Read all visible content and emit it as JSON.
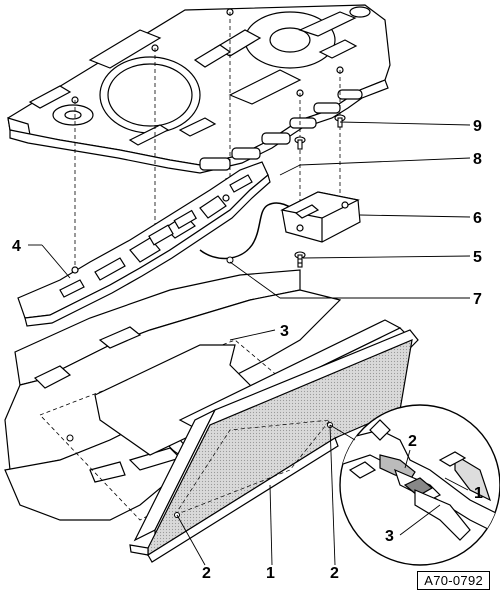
{
  "diagram": {
    "callouts": [
      {
        "id": "c9",
        "number": "9"
      },
      {
        "id": "c8",
        "number": "8"
      },
      {
        "id": "c6",
        "number": "6"
      },
      {
        "id": "c4",
        "number": "4"
      },
      {
        "id": "c5",
        "number": "5"
      },
      {
        "id": "c7",
        "number": "7"
      },
      {
        "id": "c3",
        "number": "3"
      },
      {
        "id": "c2-detail",
        "number": "2"
      },
      {
        "id": "c1-detail",
        "number": "1"
      },
      {
        "id": "c3-detail",
        "number": "3"
      },
      {
        "id": "c2-left",
        "number": "2"
      },
      {
        "id": "c1-bottom",
        "number": "1"
      },
      {
        "id": "c2-right",
        "number": "2"
      }
    ],
    "reference_code": "A70-0792"
  }
}
